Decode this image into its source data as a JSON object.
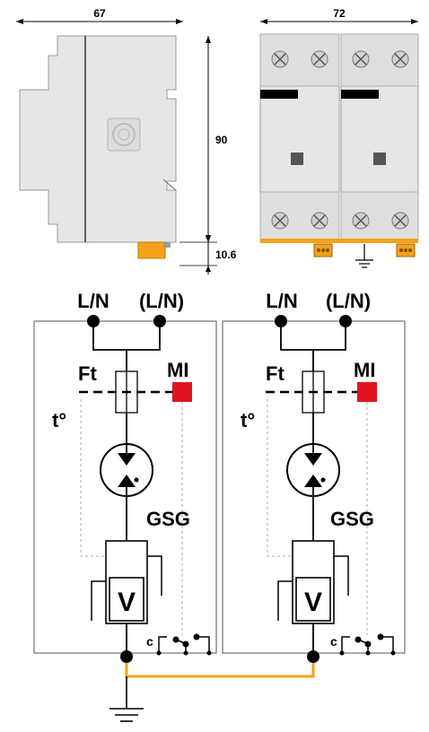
{
  "dimensions": {
    "side_width": "67",
    "front_width": "72",
    "height": "90",
    "din_rail_depth": "10.6"
  },
  "circuits": [
    {
      "terminal_labels": [
        "L/N",
        "(L/N)"
      ],
      "fuse_label": "Ft",
      "indicator_label": "MI",
      "thermal_label": "t°",
      "gap_label": "GSG",
      "varistor_label": "V",
      "contact_label": "c"
    },
    {
      "terminal_labels": [
        "L/N",
        "(L/N)"
      ],
      "fuse_label": "Ft",
      "indicator_label": "MI",
      "thermal_label": "t°",
      "gap_label": "GSG",
      "varistor_label": "V",
      "contact_label": "c"
    }
  ],
  "colors": {
    "indicator": "#e1141e",
    "ground_link": "#f5a21a",
    "device_body": "#e6e6e6",
    "device_outline": "#9a9a9a",
    "terminal_block": "#f5a21a"
  },
  "icons": [
    "dimension-arrow-icon",
    "ground-symbol-icon",
    "screw-terminal-icon",
    "brand-logo-icon"
  ]
}
